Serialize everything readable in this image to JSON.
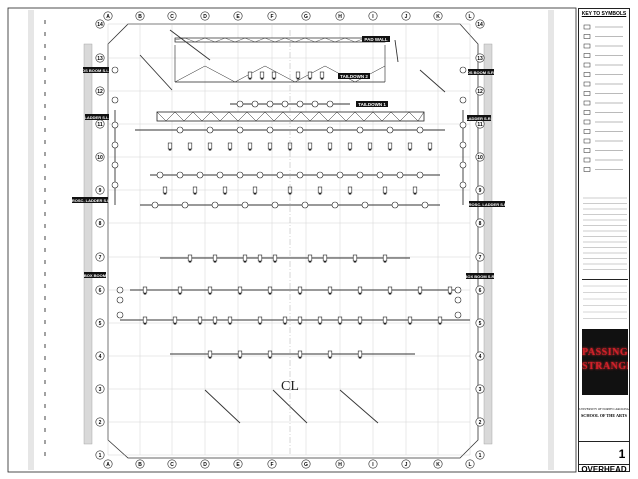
{
  "sheet": {
    "column_labels": [
      "A",
      "B",
      "C",
      "D",
      "E",
      "F",
      "G",
      "H",
      "I",
      "J",
      "K",
      "L"
    ],
    "row_labels_top_to_bottom": [
      "14",
      "13",
      "12",
      "11",
      "10",
      "9",
      "8",
      "7",
      "6",
      "5",
      "4",
      "3",
      "2",
      "1"
    ],
    "position_labels": {
      "pad_wall": "PAD WALL",
      "tail_down_2": "TAILDOWN 2",
      "tail_down_1": "TAILDOWN 1",
      "ds_boom_sl": "DS BOOM S.L.",
      "ds_boom_sr": "DS BOOM S.R.",
      "ladder_sl": "LADDER S.L.",
      "ladder_sr": "LADDER S.R.",
      "prosc_ladder_sl": "PROSC. LADDER S.L.",
      "prosc_ladder_sr": "PROSC. LADDER S.R.",
      "box_boom_sl": "BOX BOOM",
      "box_boom_sr": "BOX BOOM S.R."
    },
    "centerline_symbol": "CL"
  },
  "title_block": {
    "key_title": "KEY TO SYMBOLS",
    "show_title_line1": "PASSING",
    "show_title_line2": "STRANGE",
    "school_line1": "UNIVERSITY OF NORTH CAROLINA",
    "school_line2": "SCHOOL OF THE ARTS",
    "sheet_number": "1",
    "sheet_name": "OVERHEAD"
  },
  "colors": {
    "ink": "#222222",
    "logo_background": "#111111",
    "logo_text": "#d0202a"
  }
}
